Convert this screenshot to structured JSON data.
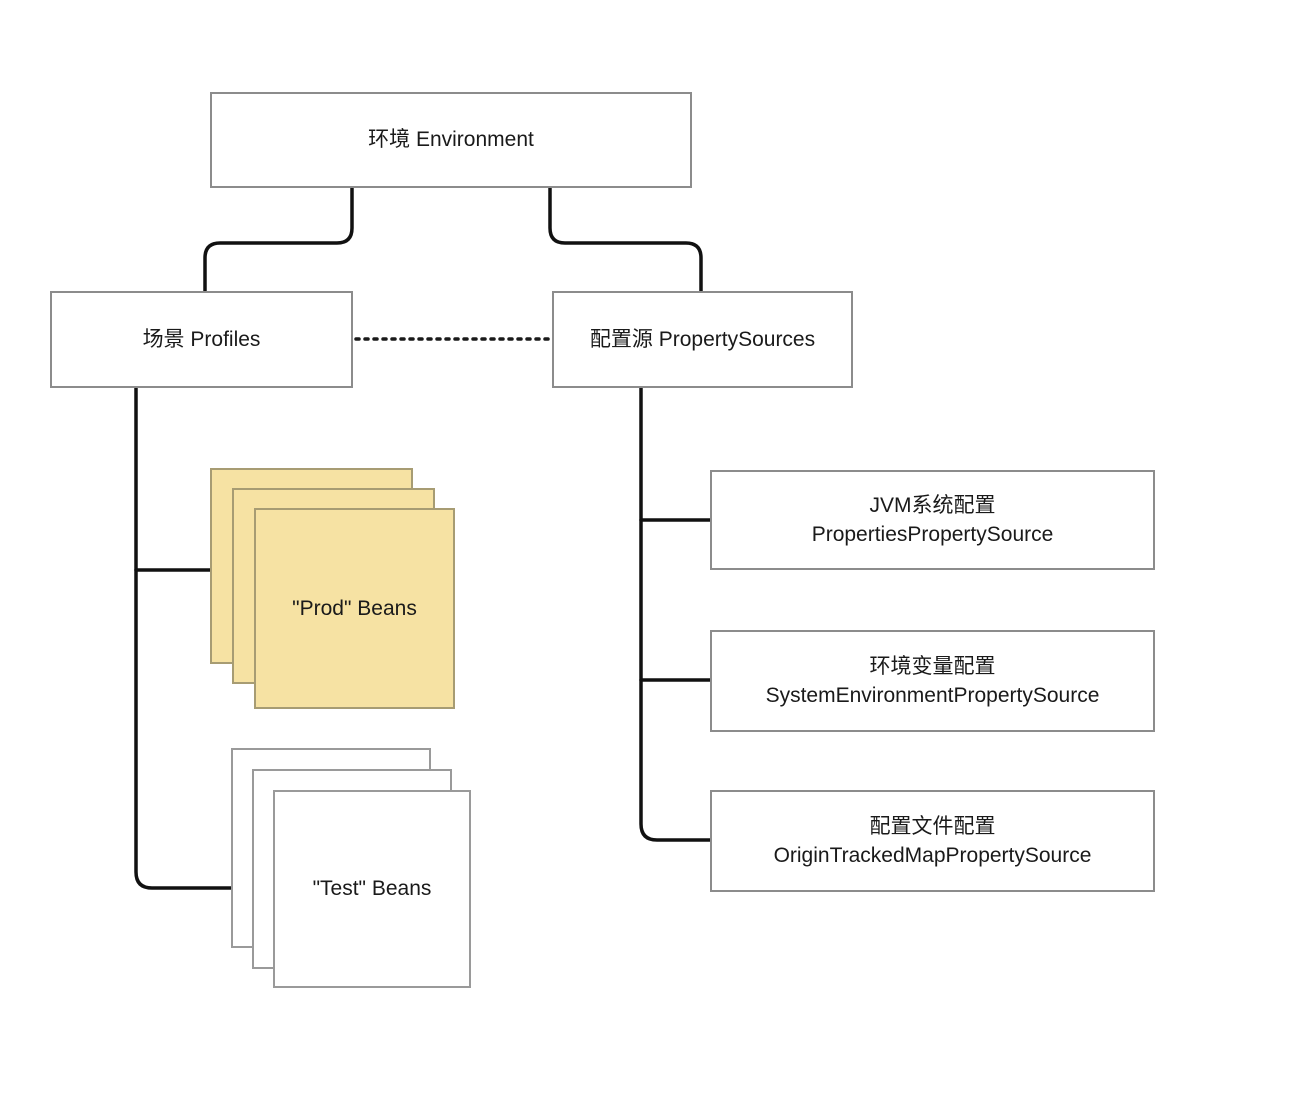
{
  "diagram": {
    "environment": {
      "label": "环境 Environment"
    },
    "profiles": {
      "label": "场景 Profiles"
    },
    "property_sources": {
      "label": "配置源 PropertySources"
    },
    "prod_beans": {
      "label": "\"Prod\" Beans"
    },
    "test_beans": {
      "label": "\"Test\" Beans"
    },
    "jvm_source": {
      "line1": "JVM系统配置",
      "line2": "PropertiesPropertySource"
    },
    "env_var_source": {
      "line1": "环境变量配置",
      "line2": "SystemEnvironmentPropertySource"
    },
    "config_file_source": {
      "line1": "配置文件配置",
      "line2": "OriginTrackedMapPropertySource"
    }
  },
  "colors": {
    "card_yellow": "#f6e2a3",
    "box_border": "#8c8c8c",
    "connector": "#111111"
  }
}
